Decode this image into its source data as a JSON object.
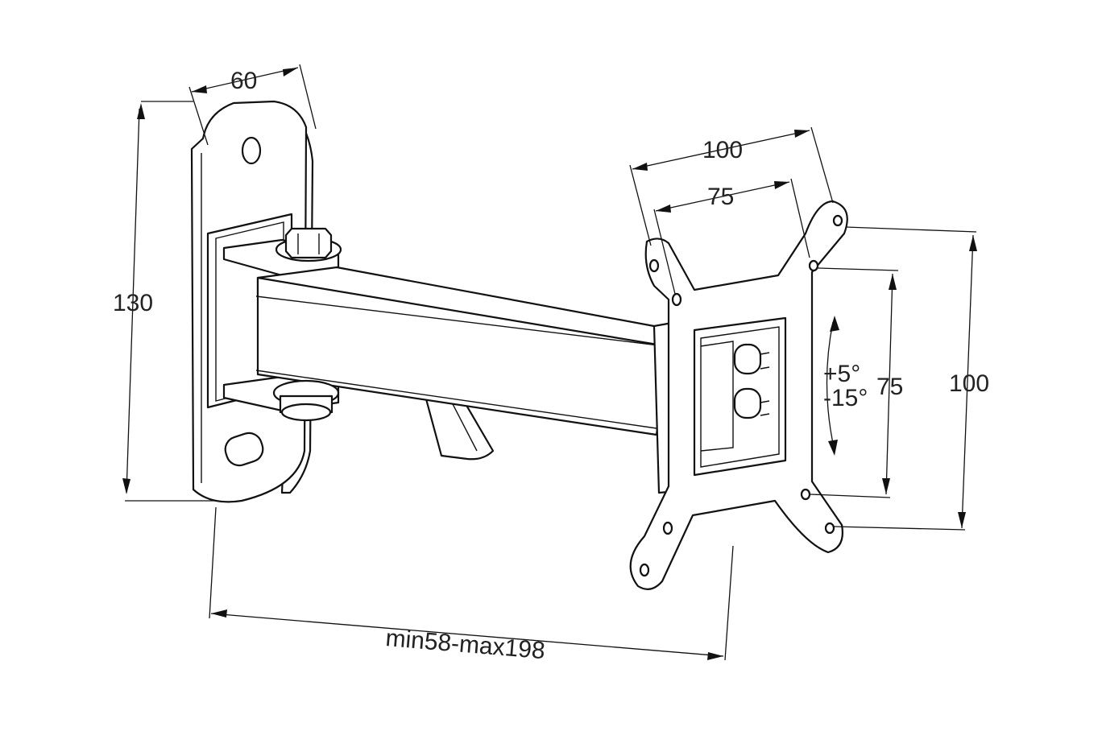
{
  "dimensions": {
    "plate_width": "60",
    "plate_height": "130",
    "vesa_outer_width": "100",
    "vesa_inner_width": "75",
    "vesa_inner_height": "75",
    "vesa_outer_height": "100",
    "tilt_up": "+5°",
    "tilt_down": "-15°",
    "extension_range": "min58-max198"
  }
}
